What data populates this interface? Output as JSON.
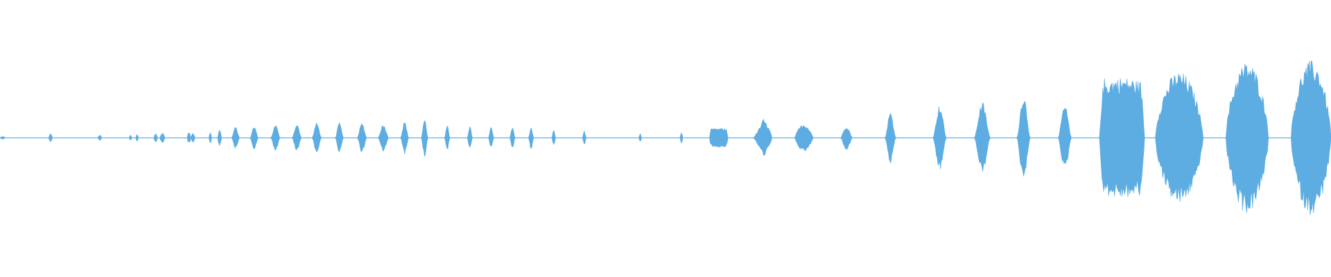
{
  "waveform": {
    "color": "#5dade2",
    "background": "#ffffff",
    "bursts": [
      {
        "t": 0.0,
        "d": 0.004,
        "a": 0.01,
        "k": "tick"
      },
      {
        "t": 0.038,
        "d": 0.003,
        "a": 0.03,
        "k": "tick"
      },
      {
        "t": 0.075,
        "d": 0.003,
        "a": 0.02,
        "k": "tick"
      },
      {
        "t": 0.098,
        "d": 0.002,
        "a": 0.02,
        "k": "tick"
      },
      {
        "t": 0.103,
        "d": 0.002,
        "a": 0.025,
        "k": "tick"
      },
      {
        "t": 0.117,
        "d": 0.003,
        "a": 0.03,
        "k": "tick"
      },
      {
        "t": 0.122,
        "d": 0.004,
        "a": 0.035,
        "k": "tick"
      },
      {
        "t": 0.142,
        "d": 0.003,
        "a": 0.04,
        "k": "tick"
      },
      {
        "t": 0.145,
        "d": 0.003,
        "a": 0.035,
        "k": "tick"
      },
      {
        "t": 0.158,
        "d": 0.002,
        "a": 0.04,
        "k": "tick"
      },
      {
        "t": 0.165,
        "d": 0.003,
        "a": 0.06,
        "k": "tick"
      },
      {
        "t": 0.177,
        "d": 0.006,
        "a": 0.08,
        "k": "spindle"
      },
      {
        "t": 0.191,
        "d": 0.006,
        "a": 0.085,
        "k": "spindle"
      },
      {
        "t": 0.207,
        "d": 0.007,
        "a": 0.095,
        "k": "spindle"
      },
      {
        "t": 0.223,
        "d": 0.007,
        "a": 0.1,
        "k": "spindle"
      },
      {
        "t": 0.238,
        "d": 0.007,
        "a": 0.11,
        "k": "spindle"
      },
      {
        "t": 0.255,
        "d": 0.006,
        "a": 0.11,
        "k": "spindle"
      },
      {
        "t": 0.272,
        "d": 0.007,
        "a": 0.11,
        "k": "spindle"
      },
      {
        "t": 0.288,
        "d": 0.008,
        "a": 0.1,
        "k": "spindle"
      },
      {
        "t": 0.304,
        "d": 0.006,
        "a": 0.12,
        "k": "spindle"
      },
      {
        "t": 0.319,
        "d": 0.005,
        "a": 0.14,
        "k": "spindle"
      },
      {
        "t": 0.336,
        "d": 0.004,
        "a": 0.09,
        "k": "spindle"
      },
      {
        "t": 0.353,
        "d": 0.004,
        "a": 0.085,
        "k": "spindle"
      },
      {
        "t": 0.369,
        "d": 0.004,
        "a": 0.08,
        "k": "spindle"
      },
      {
        "t": 0.385,
        "d": 0.004,
        "a": 0.085,
        "k": "spindle"
      },
      {
        "t": 0.399,
        "d": 0.004,
        "a": 0.08,
        "k": "spindle"
      },
      {
        "t": 0.416,
        "d": 0.003,
        "a": 0.06,
        "k": "spindle"
      },
      {
        "t": 0.439,
        "d": 0.003,
        "a": 0.05,
        "k": "spindle"
      },
      {
        "t": 0.481,
        "d": 0.002,
        "a": 0.03,
        "k": "tick"
      },
      {
        "t": 0.512,
        "d": 0.002,
        "a": 0.04,
        "k": "tick"
      },
      {
        "t": 0.54,
        "d": 0.014,
        "a": 0.07,
        "k": "block"
      },
      {
        "t": 0.573,
        "d": 0.014,
        "a": 0.14,
        "k": "ramp"
      },
      {
        "t": 0.604,
        "d": 0.014,
        "a": 0.1,
        "k": "hump"
      },
      {
        "t": 0.636,
        "d": 0.009,
        "a": 0.09,
        "k": "spindle"
      },
      {
        "t": 0.669,
        "d": 0.008,
        "a": 0.19,
        "k": "spindle"
      },
      {
        "t": 0.706,
        "d": 0.01,
        "a": 0.24,
        "k": "spindle"
      },
      {
        "t": 0.738,
        "d": 0.012,
        "a": 0.26,
        "k": "spindle"
      },
      {
        "t": 0.769,
        "d": 0.01,
        "a": 0.32,
        "k": "spindle"
      },
      {
        "t": 0.8,
        "d": 0.01,
        "a": 0.24,
        "k": "spindle"
      },
      {
        "t": 0.843,
        "d": 0.034,
        "a": 0.44,
        "k": "block"
      },
      {
        "t": 0.886,
        "d": 0.036,
        "a": 0.48,
        "k": "oval"
      },
      {
        "t": 0.937,
        "d": 0.032,
        "a": 0.55,
        "k": "oval"
      },
      {
        "t": 0.985,
        "d": 0.03,
        "a": 0.56,
        "k": "oval"
      }
    ]
  }
}
